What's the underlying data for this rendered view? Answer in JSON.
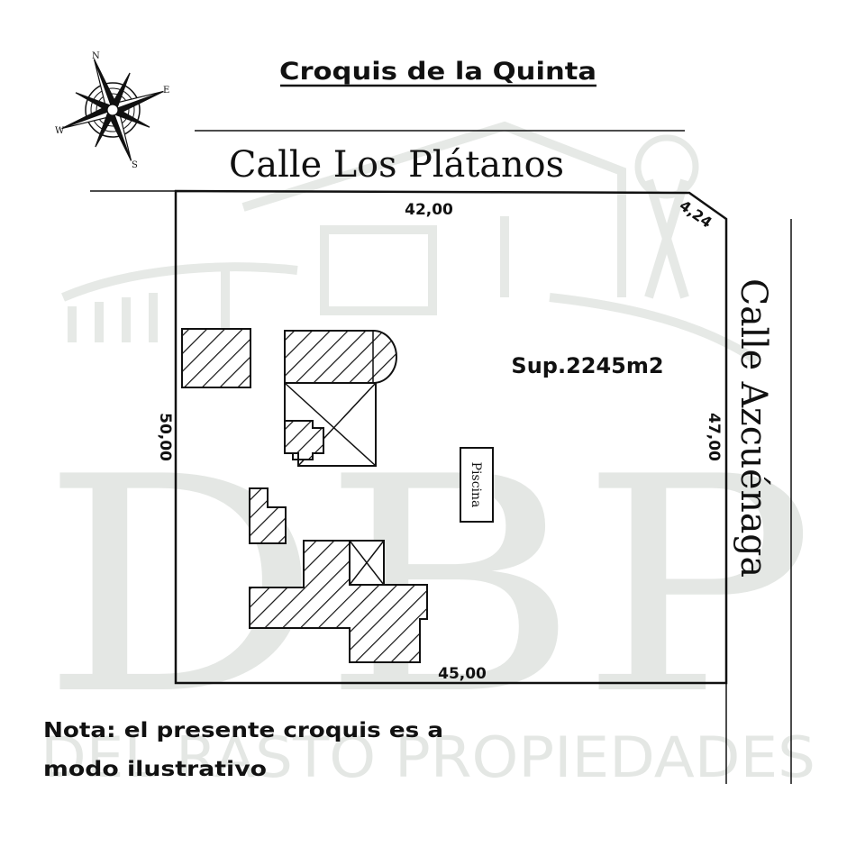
{
  "title": "Croquis de la Quinta",
  "streets": {
    "north": "Calle Los Plátanos",
    "east": "Calle Azcuénaga"
  },
  "dimensions": {
    "top": "42,00",
    "corner": "4,24",
    "left": "50,00",
    "right": "47,00",
    "bottom": "45,00"
  },
  "area_label": "Sup.2245m2",
  "pool_label": "Piscina",
  "note": {
    "line1": "Nota: el presente croquis es a",
    "line2": "modo ilustrativo"
  },
  "compass": {
    "n": "N",
    "e": "E",
    "s": "S",
    "w": "W"
  },
  "watermark": {
    "monogram": "DBP",
    "company": "DEL RASTO PROPIEDADES"
  },
  "colors": {
    "ink": "#111111",
    "watermark": "#e4e7e4"
  }
}
